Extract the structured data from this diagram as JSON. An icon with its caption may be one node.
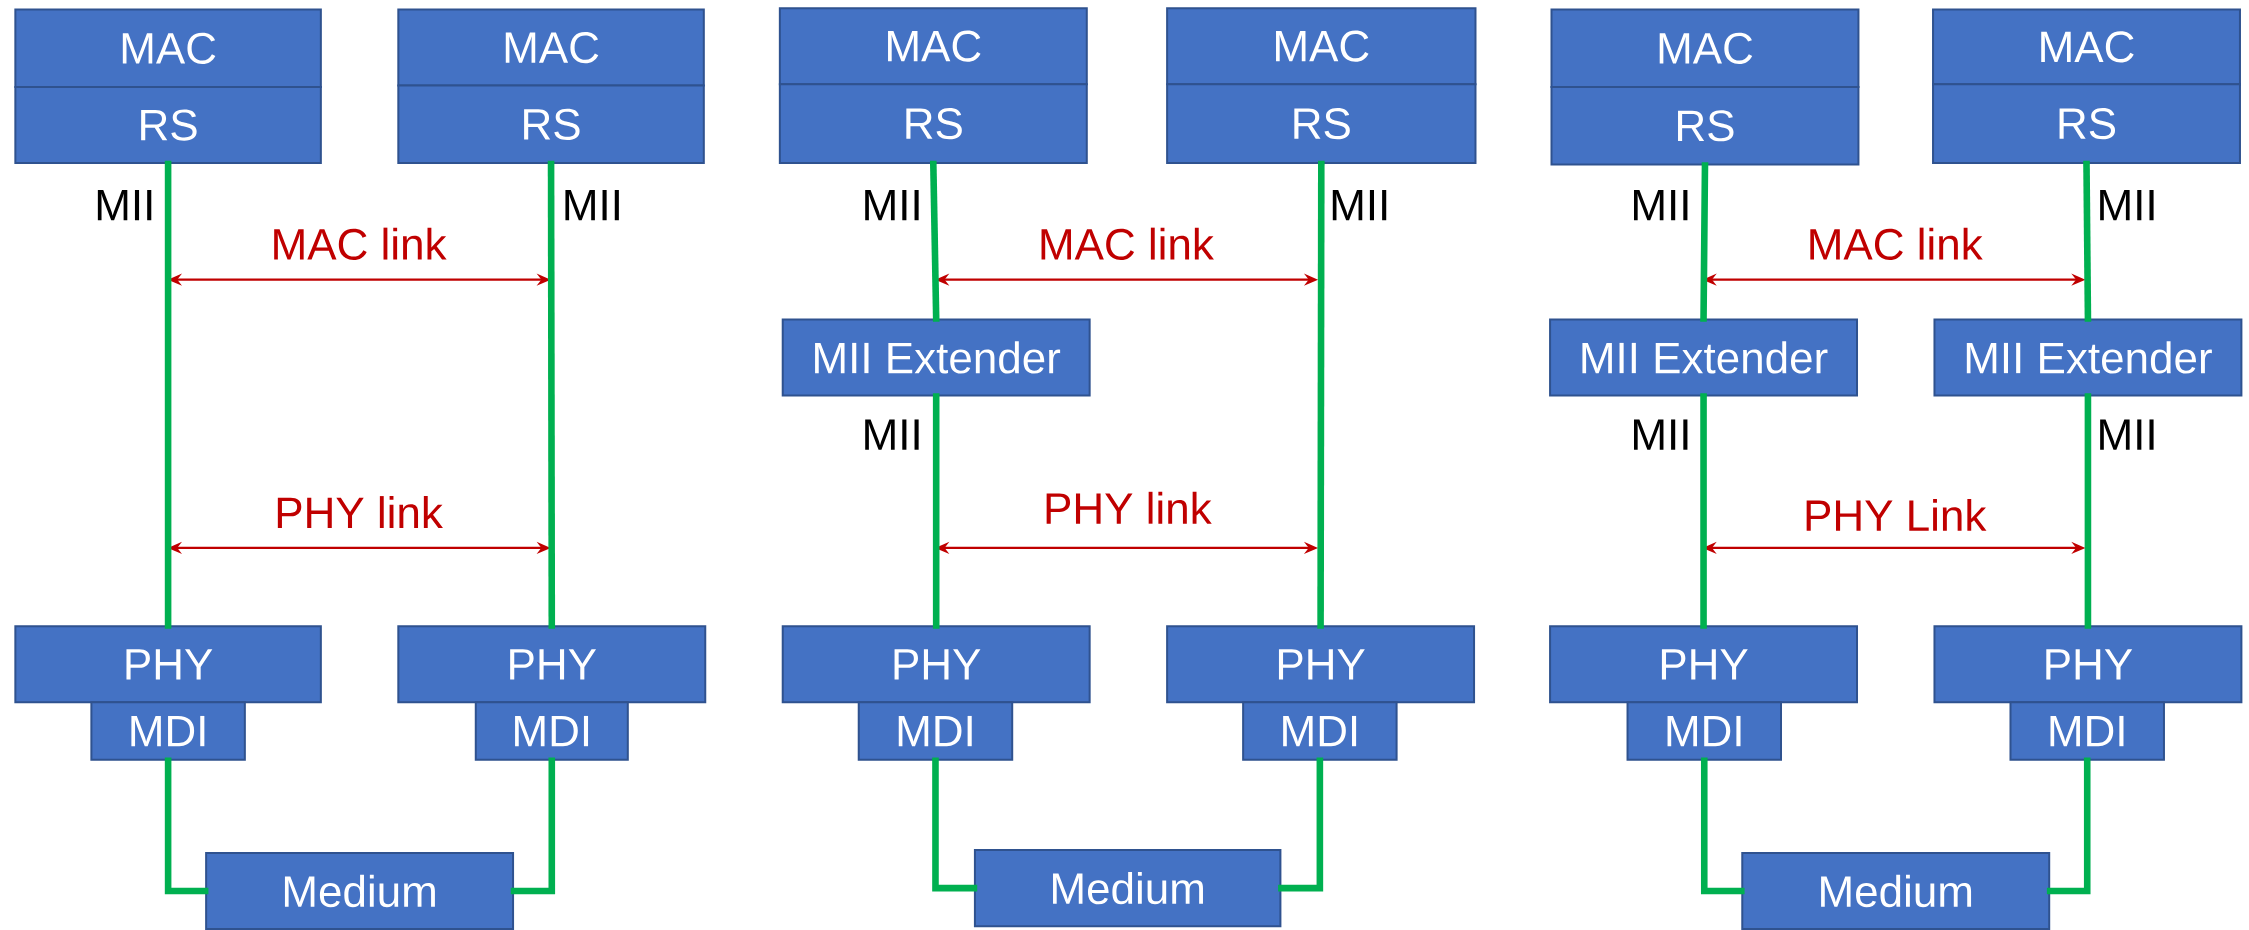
{
  "diagram": {
    "nodes": [
      {
        "text": [
          "MAC"
        ]
      },
      {
        "text": [
          "RS"
        ]
      },
      {
        "text": [
          "MAC"
        ]
      },
      {
        "text": [
          "RS"
        ]
      },
      {
        "text": [
          "PHY"
        ]
      },
      {
        "text": [
          "MDI"
        ]
      },
      {
        "text": [
          "PHY"
        ]
      },
      {
        "text": [
          "MDI"
        ]
      },
      {
        "text": [
          "Medium"
        ]
      },
      {
        "text": [
          "MAC"
        ]
      },
      {
        "text": [
          "RS"
        ]
      },
      {
        "text": [
          "MAC"
        ]
      },
      {
        "text": [
          "RS"
        ]
      },
      {
        "text": [
          "MII Extender"
        ]
      },
      {
        "text": [
          "PHY"
        ]
      },
      {
        "text": [
          "MDI"
        ]
      },
      {
        "text": [
          "PHY"
        ]
      },
      {
        "text": [
          "MDI"
        ]
      },
      {
        "text": [
          "Medium"
        ]
      },
      {
        "text": [
          "MAC"
        ]
      },
      {
        "text": [
          "RS"
        ]
      },
      {
        "text": [
          "MAC"
        ]
      },
      {
        "text": [
          "RS"
        ]
      },
      {
        "text": [
          "MII Extender"
        ]
      },
      {
        "text": [
          "MII Extender"
        ]
      },
      {
        "text": [
          "PHY"
        ]
      },
      {
        "text": [
          "MDI"
        ]
      },
      {
        "text": [
          "PHY"
        ]
      },
      {
        "text": [
          "MDI"
        ]
      },
      {
        "text": [
          "Medium"
        ]
      }
    ],
    "edges": [
      {
        "from": 1,
        "to": 4,
        "arrow": "none"
      },
      {
        "from": 3,
        "to": 6,
        "arrow": "none"
      },
      {
        "from": 5,
        "to": 8,
        "arrow": "none"
      },
      {
        "from": 7,
        "to": 8,
        "arrow": "none"
      },
      {
        "from": 10,
        "to": 13,
        "arrow": "none"
      },
      {
        "from": 13,
        "to": 14,
        "arrow": "none"
      },
      {
        "from": 12,
        "to": 16,
        "arrow": "none"
      },
      {
        "from": 15,
        "to": 18,
        "arrow": "none"
      },
      {
        "from": 17,
        "to": 18,
        "arrow": "none"
      },
      {
        "from": 20,
        "to": 23,
        "arrow": "none"
      },
      {
        "from": 23,
        "to": 25,
        "arrow": "none"
      },
      {
        "from": 22,
        "to": 24,
        "arrow": "none"
      },
      {
        "from": 24,
        "to": 27,
        "arrow": "none"
      },
      {
        "from": 26,
        "to": 29,
        "arrow": "none"
      },
      {
        "from": 28,
        "to": 29,
        "arrow": "none"
      }
    ],
    "labels": [
      "MII",
      "MII",
      "MAC link",
      "PHY link",
      "MII",
      "MII",
      "MAC link",
      "MII",
      "PHY link",
      "MII",
      "MII",
      "MAC link",
      "MII",
      "MII",
      "PHY Link"
    ]
  }
}
